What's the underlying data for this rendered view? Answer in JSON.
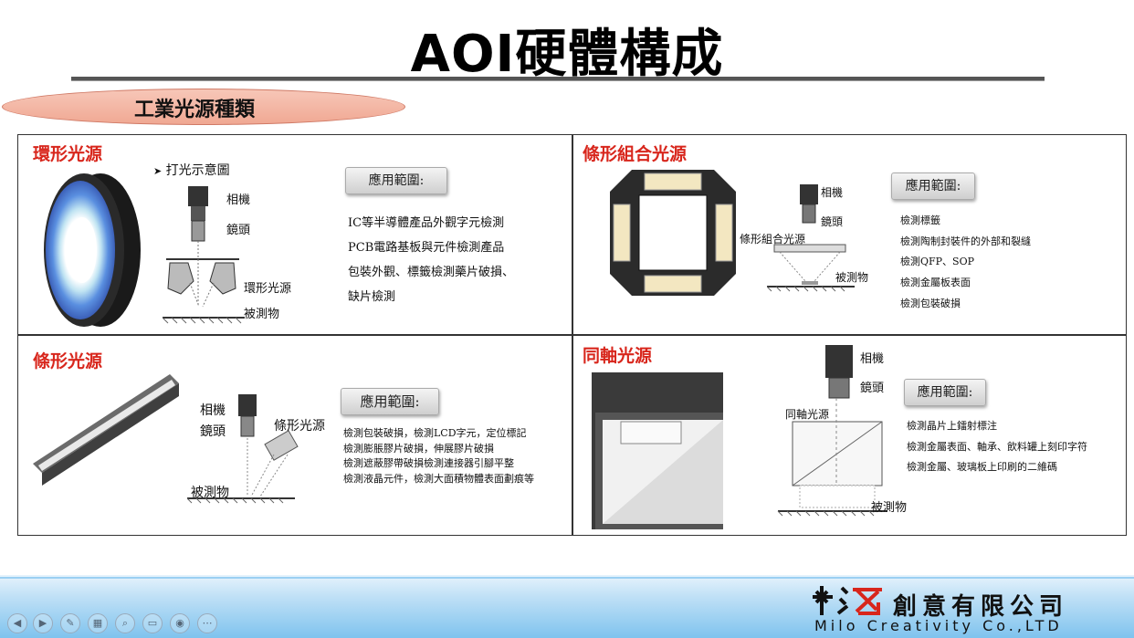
{
  "slide": {
    "title": "AOI硬體構成",
    "section_label": "工業光源種類"
  },
  "cells": {
    "ring": {
      "title": "環形光源",
      "diagram_caption": "打光示意圖",
      "labels": {
        "camera": "相機",
        "lens": "鏡頭",
        "light": "環形光源",
        "object": "被測物"
      },
      "app_label": "應用範圍:",
      "apps": [
        "IC等半導體產品外觀字元檢測",
        "PCB電路基板與元件檢測產品",
        "包裝外觀、標籤檢測藥片破損、",
        "缺片檢測"
      ]
    },
    "combo": {
      "title": "條形組合光源",
      "labels": {
        "camera": "相機",
        "lens": "鏡頭",
        "light": "條形組合光源",
        "object": "被測物"
      },
      "app_label": "應用範圍:",
      "apps": [
        "檢測標籤",
        "檢測陶制封裝件的外部和裂縫",
        "檢測QFP、SOP",
        "檢測金屬板表面",
        "檢測包裝破損"
      ]
    },
    "bar": {
      "title": "條形光源",
      "labels": {
        "camera": "相機",
        "lens": "鏡頭",
        "light": "條形光源",
        "object": "被測物"
      },
      "app_label": "應用範圍:",
      "apps": [
        "檢測包裝破損，檢測LCD字元，定位標記",
        "檢測膨脹膠片破損，伸展膠片破損",
        "檢測遮蔽膠帶破損檢測連接器引腳平整",
        "檢測液晶元件，檢測大面積物體表面劃痕等"
      ]
    },
    "coax": {
      "title": "同軸光源",
      "labels": {
        "camera": "相機",
        "lens": "鏡頭",
        "light": "同軸光源",
        "object": "被測物"
      },
      "app_label": "應用範圍:",
      "apps": [
        "檢測晶片上鐳射標注",
        "檢測金屬表面、軸承、飲料罐上刻印字符",
        "檢測金屬、玻璃板上印刷的二維碼"
      ]
    }
  },
  "footer": {
    "logo_cn": "創意有限公司",
    "logo_en": "Milo Creativity Co.,LTD"
  },
  "nav_icons": [
    "prev-icon",
    "next-icon",
    "pen-icon",
    "slides-icon",
    "search-icon",
    "screen-icon",
    "camera-icon",
    "more-icon"
  ]
}
